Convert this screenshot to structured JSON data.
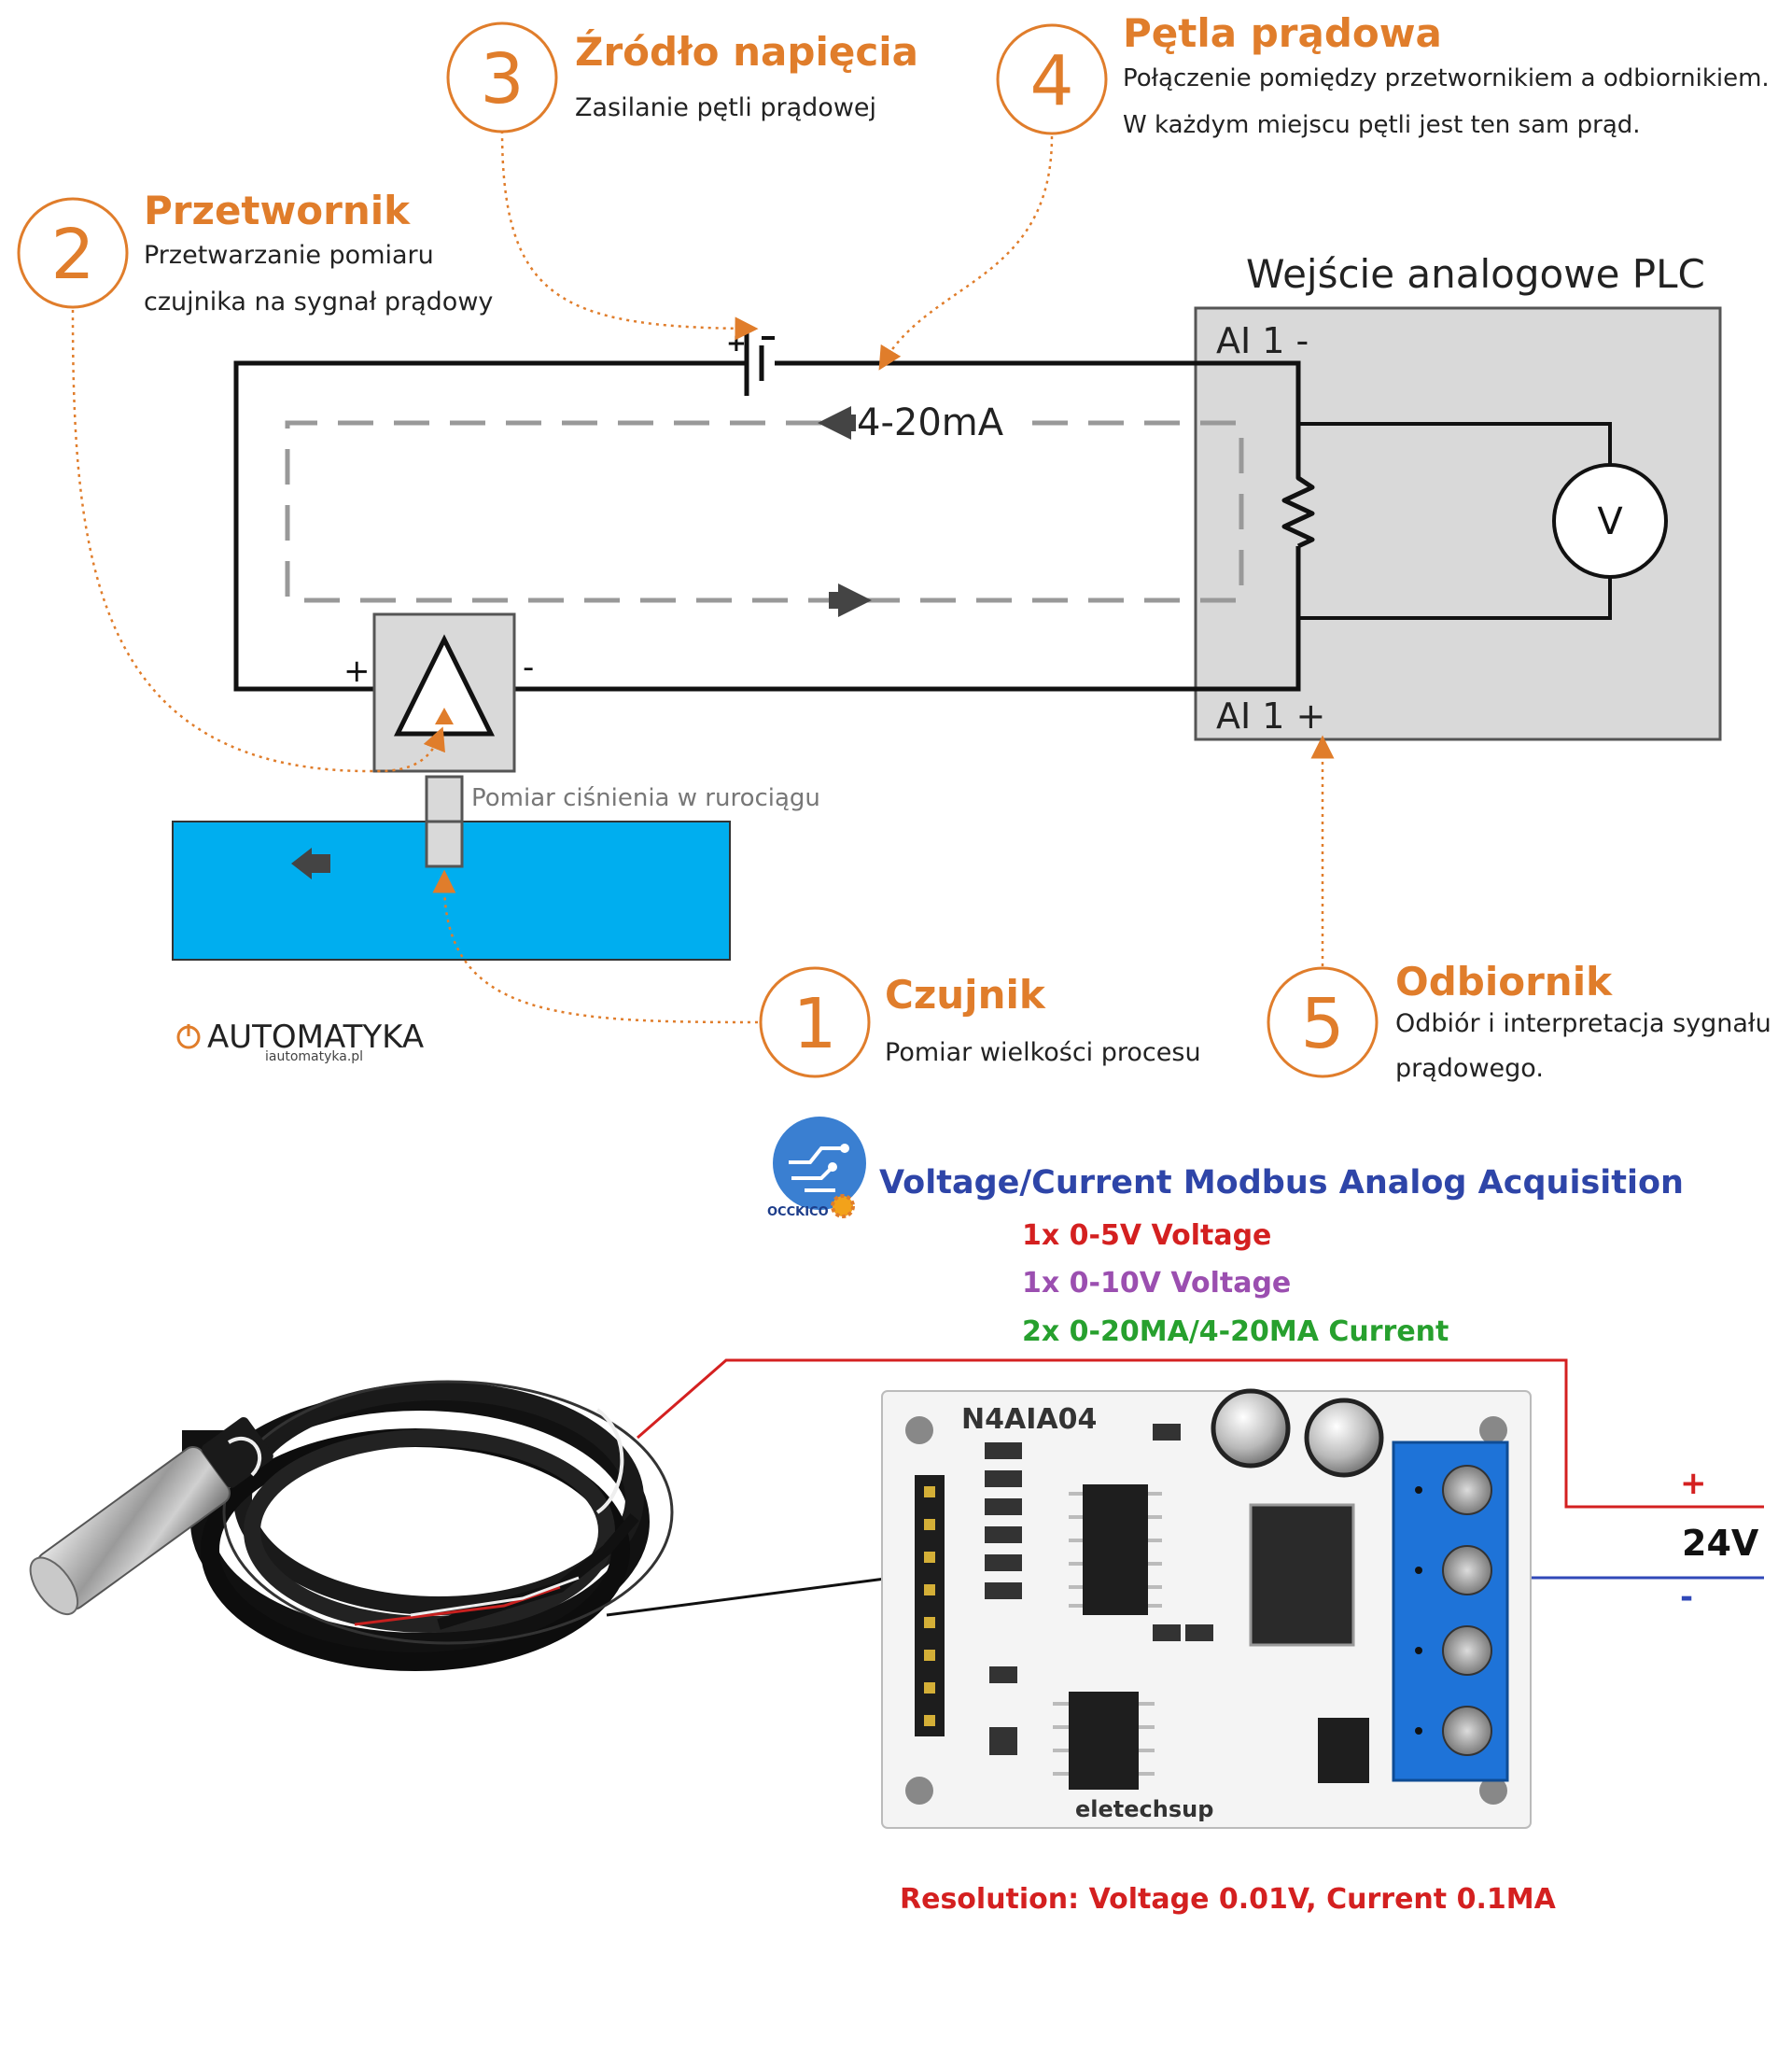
{
  "colors": {
    "accent_orange": "#e07d2b",
    "pipe_blue": "#00aeef",
    "title_blue": "#2e45a8",
    "red": "#d42020",
    "purple": "#9b4fb0",
    "green": "#27a02e",
    "wire_red": "#d42020",
    "wire_blue": "#3048b8"
  },
  "callouts": [
    {
      "number": "1",
      "title": "Czujnik",
      "lines": [
        "Pomiar wielkości procesu"
      ]
    },
    {
      "number": "2",
      "title": "Przetwornik",
      "lines": [
        "Przetwarzanie pomiaru",
        "czujnika na sygnał prądowy"
      ]
    },
    {
      "number": "3",
      "title": "Źródło napięcia",
      "lines": [
        "Zasilanie pętli prądowej"
      ]
    },
    {
      "number": "4",
      "title": "Pętla prądowa",
      "lines": [
        "Połączenie pomiędzy przetwornikiem a odbiornikiem.",
        "W każdym miejscu pętli jest ten sam prąd."
      ]
    },
    {
      "number": "5",
      "title": "Odbiornik",
      "lines": [
        "Odbiór i interpretacja sygnału",
        "prądowego."
      ]
    }
  ],
  "circuit": {
    "plc_title": "Wejście analogowe PLC",
    "ai_minus": "AI 1 -",
    "ai_plus": "AI 1 +",
    "current_label": "4-20mA",
    "voltmeter": "V",
    "plus_sign": "+",
    "minus_sign": "-",
    "pipe_label": "Pomiar ciśnienia w rurociągu"
  },
  "logo": {
    "brand": "AUTOMATYKA",
    "site": "iautomatyka.pl"
  },
  "module": {
    "brand_logo_text": "OCCKICO",
    "title": "Voltage/Current Modbus Analog Acquisition",
    "spec1": "1x 0-5V Voltage",
    "spec2": "1x 0-10V Voltage",
    "spec3": "2x 0-20MA/4-20MA Current",
    "board_name": "N4AIA04",
    "board_maker": "eletechsup",
    "supply_voltage": "24V",
    "plus": "+",
    "minus": "-",
    "resolution": "Resolution: Voltage 0.01V, Current 0.1MA"
  }
}
